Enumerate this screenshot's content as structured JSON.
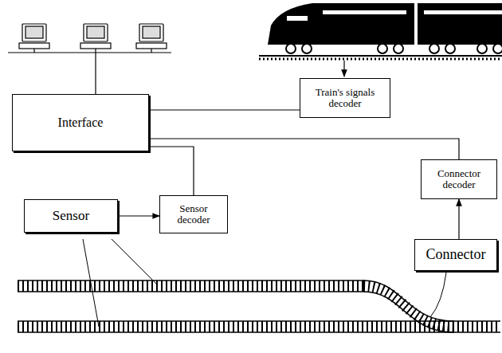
{
  "diagram": {
    "nodes": [
      {
        "text": [
          "Train's signals decoder"
        ]
      },
      {
        "text": [
          "Interface"
        ]
      },
      {
        "text": [
          "Connector decoder"
        ]
      },
      {
        "text": [
          "Sensor"
        ]
      },
      {
        "text": [
          "Sensor decoder"
        ]
      },
      {
        "text": [
          "Connector"
        ]
      }
    ],
    "edges": [
      {
        "from": 1,
        "to": 0,
        "arrow": "none"
      },
      {
        "from": 1,
        "to": 2,
        "arrow": "none"
      },
      {
        "from": 1,
        "to": 4,
        "arrow": "none"
      },
      {
        "from": 3,
        "to": 4,
        "arrow": "to"
      },
      {
        "from": 5,
        "to": 2,
        "arrow": "to"
      }
    ]
  }
}
